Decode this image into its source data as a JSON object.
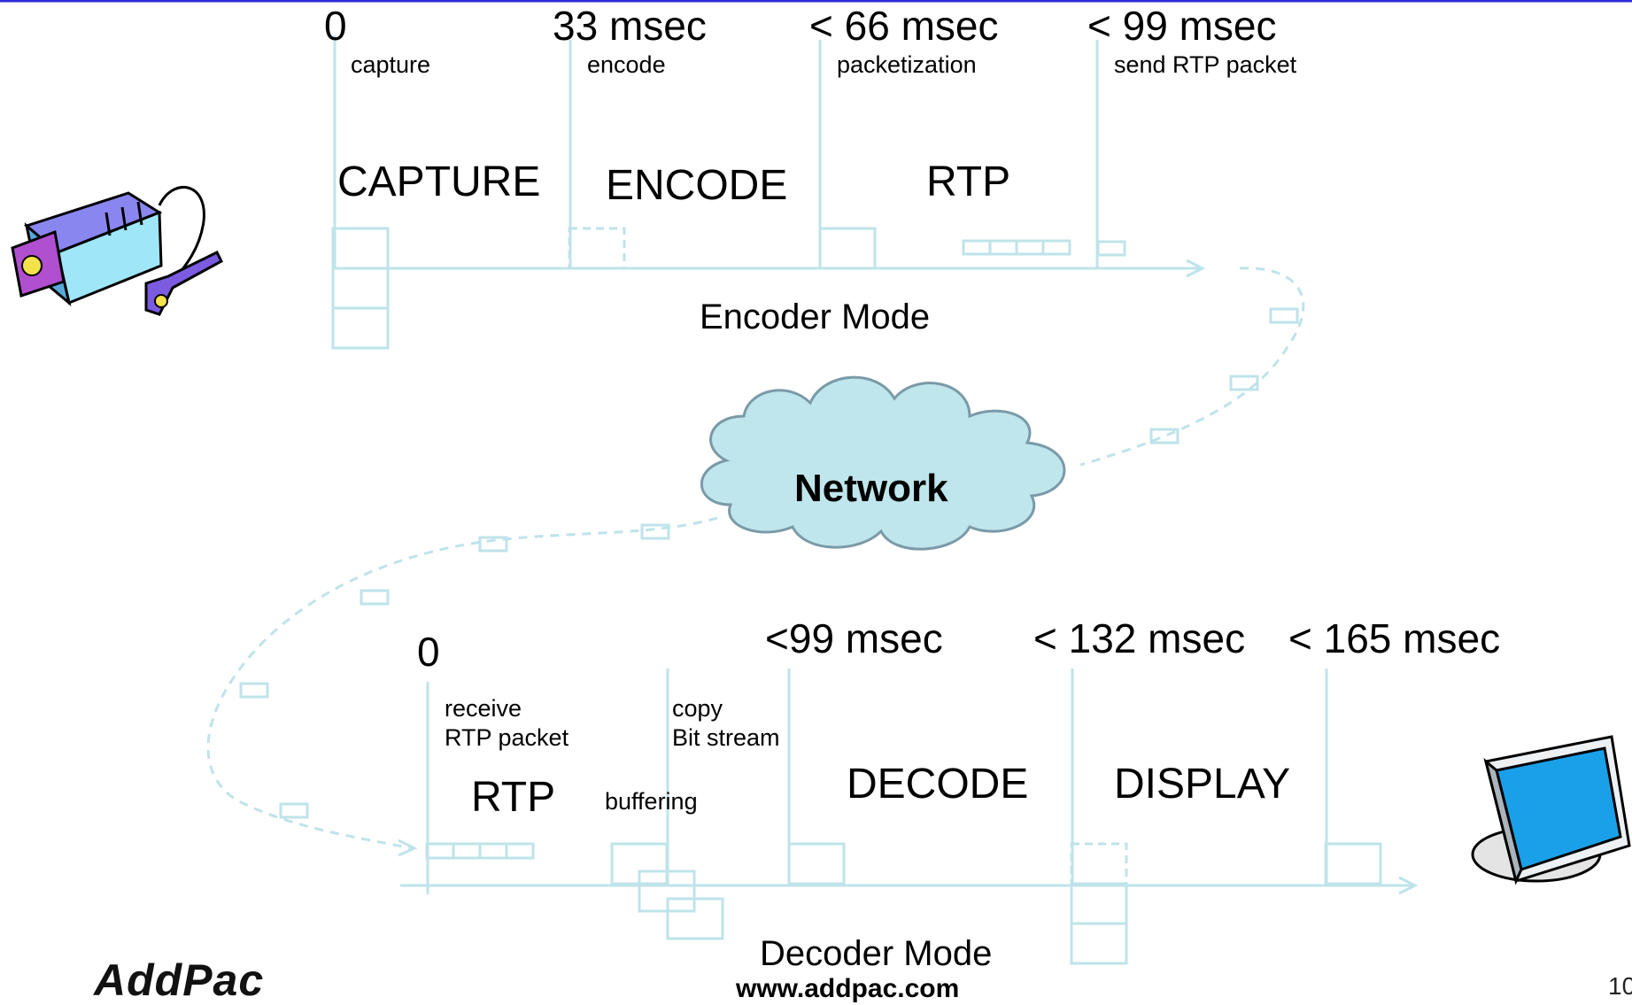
{
  "encoder": {
    "times": [
      "0",
      "33 msec",
      "< 66 msec",
      "< 99 msec"
    ],
    "steps": [
      "capture",
      "encode",
      "packetization",
      "send RTP packet"
    ],
    "stages": [
      "CAPTURE",
      "ENCODE",
      "RTP"
    ],
    "mode_label": "Encoder Mode"
  },
  "network": {
    "label": "Network"
  },
  "decoder": {
    "times": [
      "0",
      "<99 msec",
      "< 132 msec",
      "< 165 msec"
    ],
    "steps": {
      "receive": [
        "receive",
        "RTP packet"
      ],
      "copy": [
        "copy",
        "Bit stream"
      ],
      "buffering": "buffering"
    },
    "stages": [
      "RTP",
      "DECODE",
      "DISPLAY"
    ],
    "mode_label": "Decoder Mode"
  },
  "footer": {
    "logo": "AddPac",
    "url": "www.addpac.com",
    "page": "10"
  },
  "icons": {
    "camera": "video-camera-icon",
    "monitor": "monitor-icon",
    "cloud": "network-cloud-icon"
  },
  "colors": {
    "line": "#bfe3ea",
    "accent_top": "#2b2bd6",
    "cloud_fill": "#bfe6ec",
    "cloud_stroke": "#7a9aa8"
  }
}
